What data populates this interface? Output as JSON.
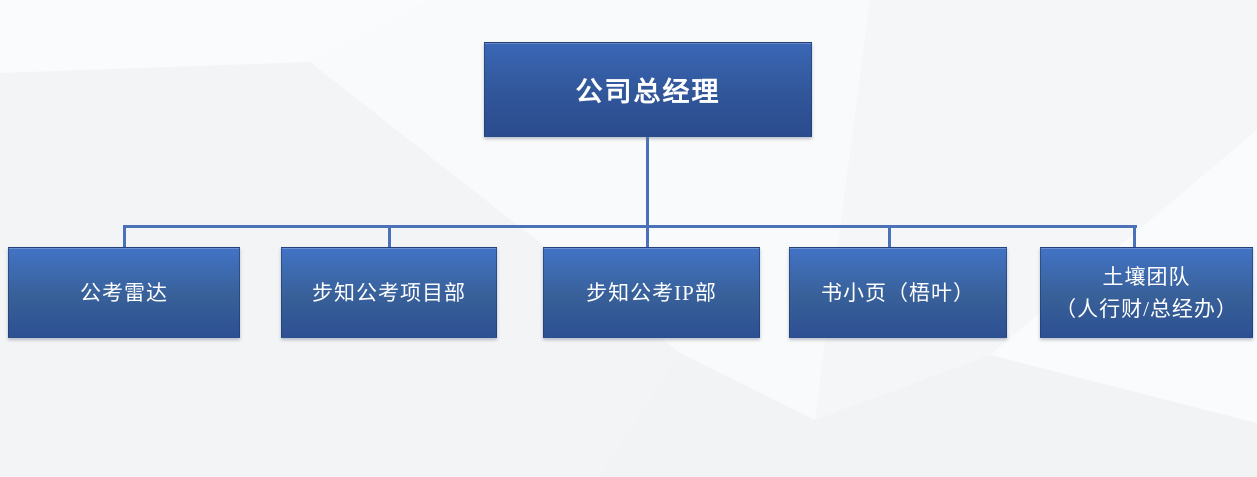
{
  "diagram": {
    "type": "org-chart",
    "root": {
      "label": "公司总经理"
    },
    "children": [
      {
        "label": "公考雷达"
      },
      {
        "label": "步知公考项目部"
      },
      {
        "label": "步知公考IP部"
      },
      {
        "label": "书小页（梧叶）"
      },
      {
        "label": "土壤团队",
        "sublabel": "（人行财/总经办）"
      }
    ]
  },
  "colors": {
    "background": "#f7f8f9",
    "connector": "#4b72b8",
    "node_gradient_top": "#4273c5",
    "node_gradient_bottom": "#2d5093",
    "root_gradient_top": "#3a67b6",
    "root_gradient_bottom": "#2a4c8e",
    "node_text": "#ffffff"
  }
}
